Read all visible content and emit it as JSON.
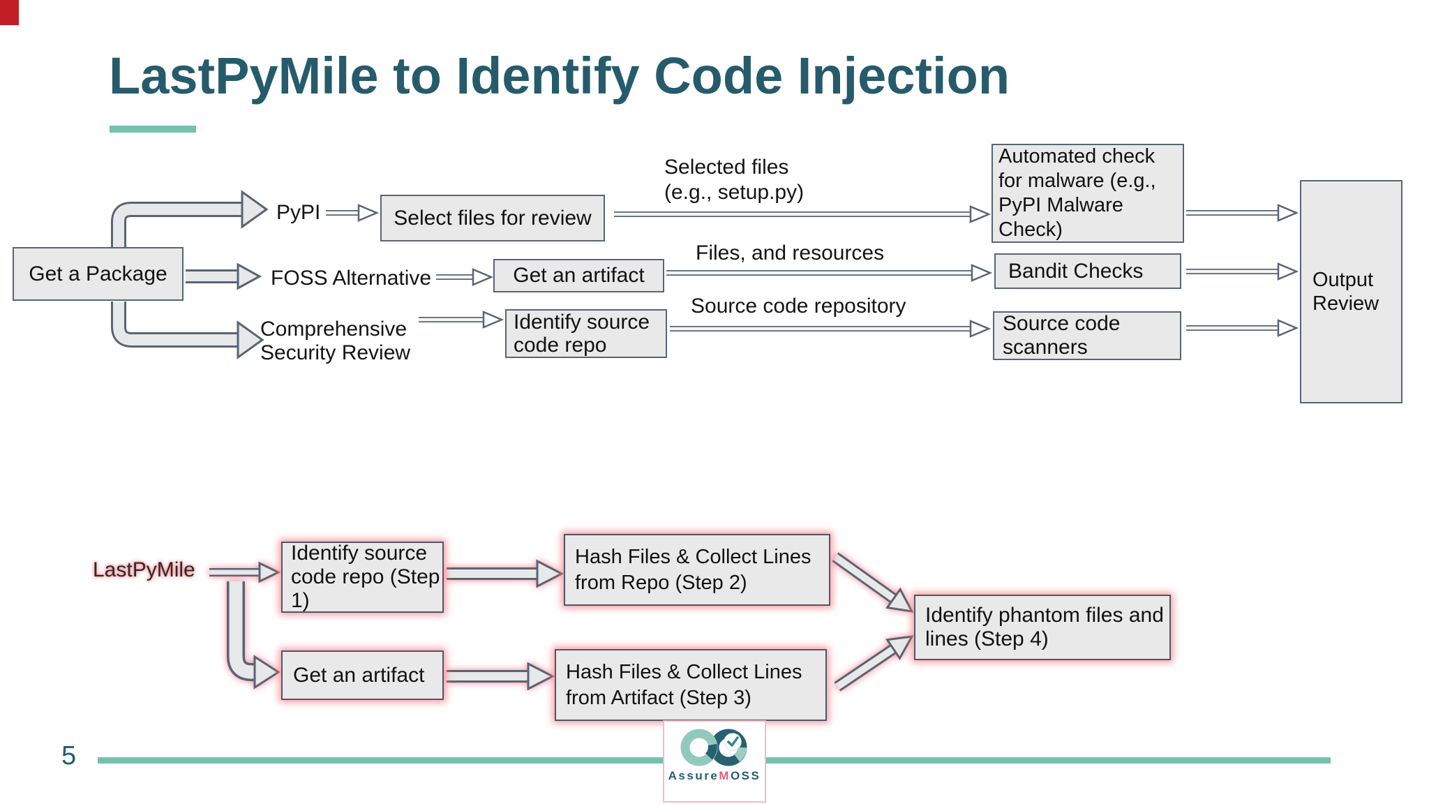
{
  "slide": {
    "title": "LastPyMile to Identify Code Injection",
    "page_number": "5"
  },
  "top_flow": {
    "get_package": "Get a Package",
    "pypi": "PyPI",
    "select_files": "Select files for review",
    "foss": "FOSS Alternative",
    "get_artifact": "Get an artifact",
    "comprehensive": "Comprehensive Security Review",
    "identify_repo": "Identify source code repo",
    "automated_check": "Automated check for malware (e.g., PyPI Malware Check)",
    "bandit": "Bandit Checks",
    "scanners": "Source code scanners",
    "output": "Output Review",
    "label_selected_files": "Selected files (e.g., setup.py)",
    "label_files_resources": "Files, and resources",
    "label_source_repo": "Source code repository",
    "edges": [
      {
        "from": "Get a Package",
        "to": "PyPI"
      },
      {
        "from": "PyPI",
        "to": "Select files for review"
      },
      {
        "from": "Select files for review",
        "to": "Automated check for malware (e.g., PyPI Malware Check)",
        "label": "Selected files (e.g., setup.py)"
      },
      {
        "from": "Get a Package",
        "to": "FOSS Alternative"
      },
      {
        "from": "FOSS Alternative",
        "to": "Get an artifact"
      },
      {
        "from": "Get an artifact",
        "to": "Bandit Checks",
        "label": "Files, and resources"
      },
      {
        "from": "Get a Package",
        "to": "Comprehensive Security Review"
      },
      {
        "from": "Comprehensive Security Review",
        "to": "Identify source code repo"
      },
      {
        "from": "Identify source code repo",
        "to": "Source code scanners",
        "label": "Source code repository"
      },
      {
        "from": "Automated check for malware (e.g., PyPI Malware Check)",
        "to": "Output Review"
      },
      {
        "from": "Bandit Checks",
        "to": "Output Review"
      },
      {
        "from": "Source code scanners",
        "to": "Output Review"
      }
    ]
  },
  "bottom_flow": {
    "lastpymile": "LastPyMile",
    "step1": "Identify source code repo (Step 1)",
    "get_artifact": "Get an artifact",
    "step2": "Hash Files & Collect Lines from Repo (Step 2)",
    "step3": "Hash Files & Collect Lines from Artifact (Step 3)",
    "step4": "Identify phantom files and lines (Step 4)",
    "edges": [
      {
        "from": "LastPyMile",
        "to": "Identify source code repo (Step 1)"
      },
      {
        "from": "LastPyMile",
        "to": "Get an artifact"
      },
      {
        "from": "Identify source code repo (Step 1)",
        "to": "Hash Files & Collect Lines from Repo (Step 2)"
      },
      {
        "from": "Get an artifact",
        "to": "Hash Files & Collect Lines from Artifact (Step 3)"
      },
      {
        "from": "Hash Files & Collect Lines from Repo (Step 2)",
        "to": "Identify phantom files and lines (Step 4)"
      },
      {
        "from": "Hash Files & Collect Lines from Artifact (Step 3)",
        "to": "Identify phantom files and lines (Step 4)"
      }
    ]
  },
  "logo": {
    "assure": "Assure",
    "m": "M",
    "oss": "OSS"
  },
  "colors": {
    "title_teal": "#265b6c",
    "accent_teal": "#74c1ae",
    "box_fill": "#e9e9ea",
    "box_border": "#5a6472",
    "pink_glow": "#fa7485",
    "corner_mark": "#c21e25",
    "logo_dark_teal": "#27616f",
    "logo_light_teal": "#93c9bd",
    "logo_pink": "#dd6077"
  }
}
